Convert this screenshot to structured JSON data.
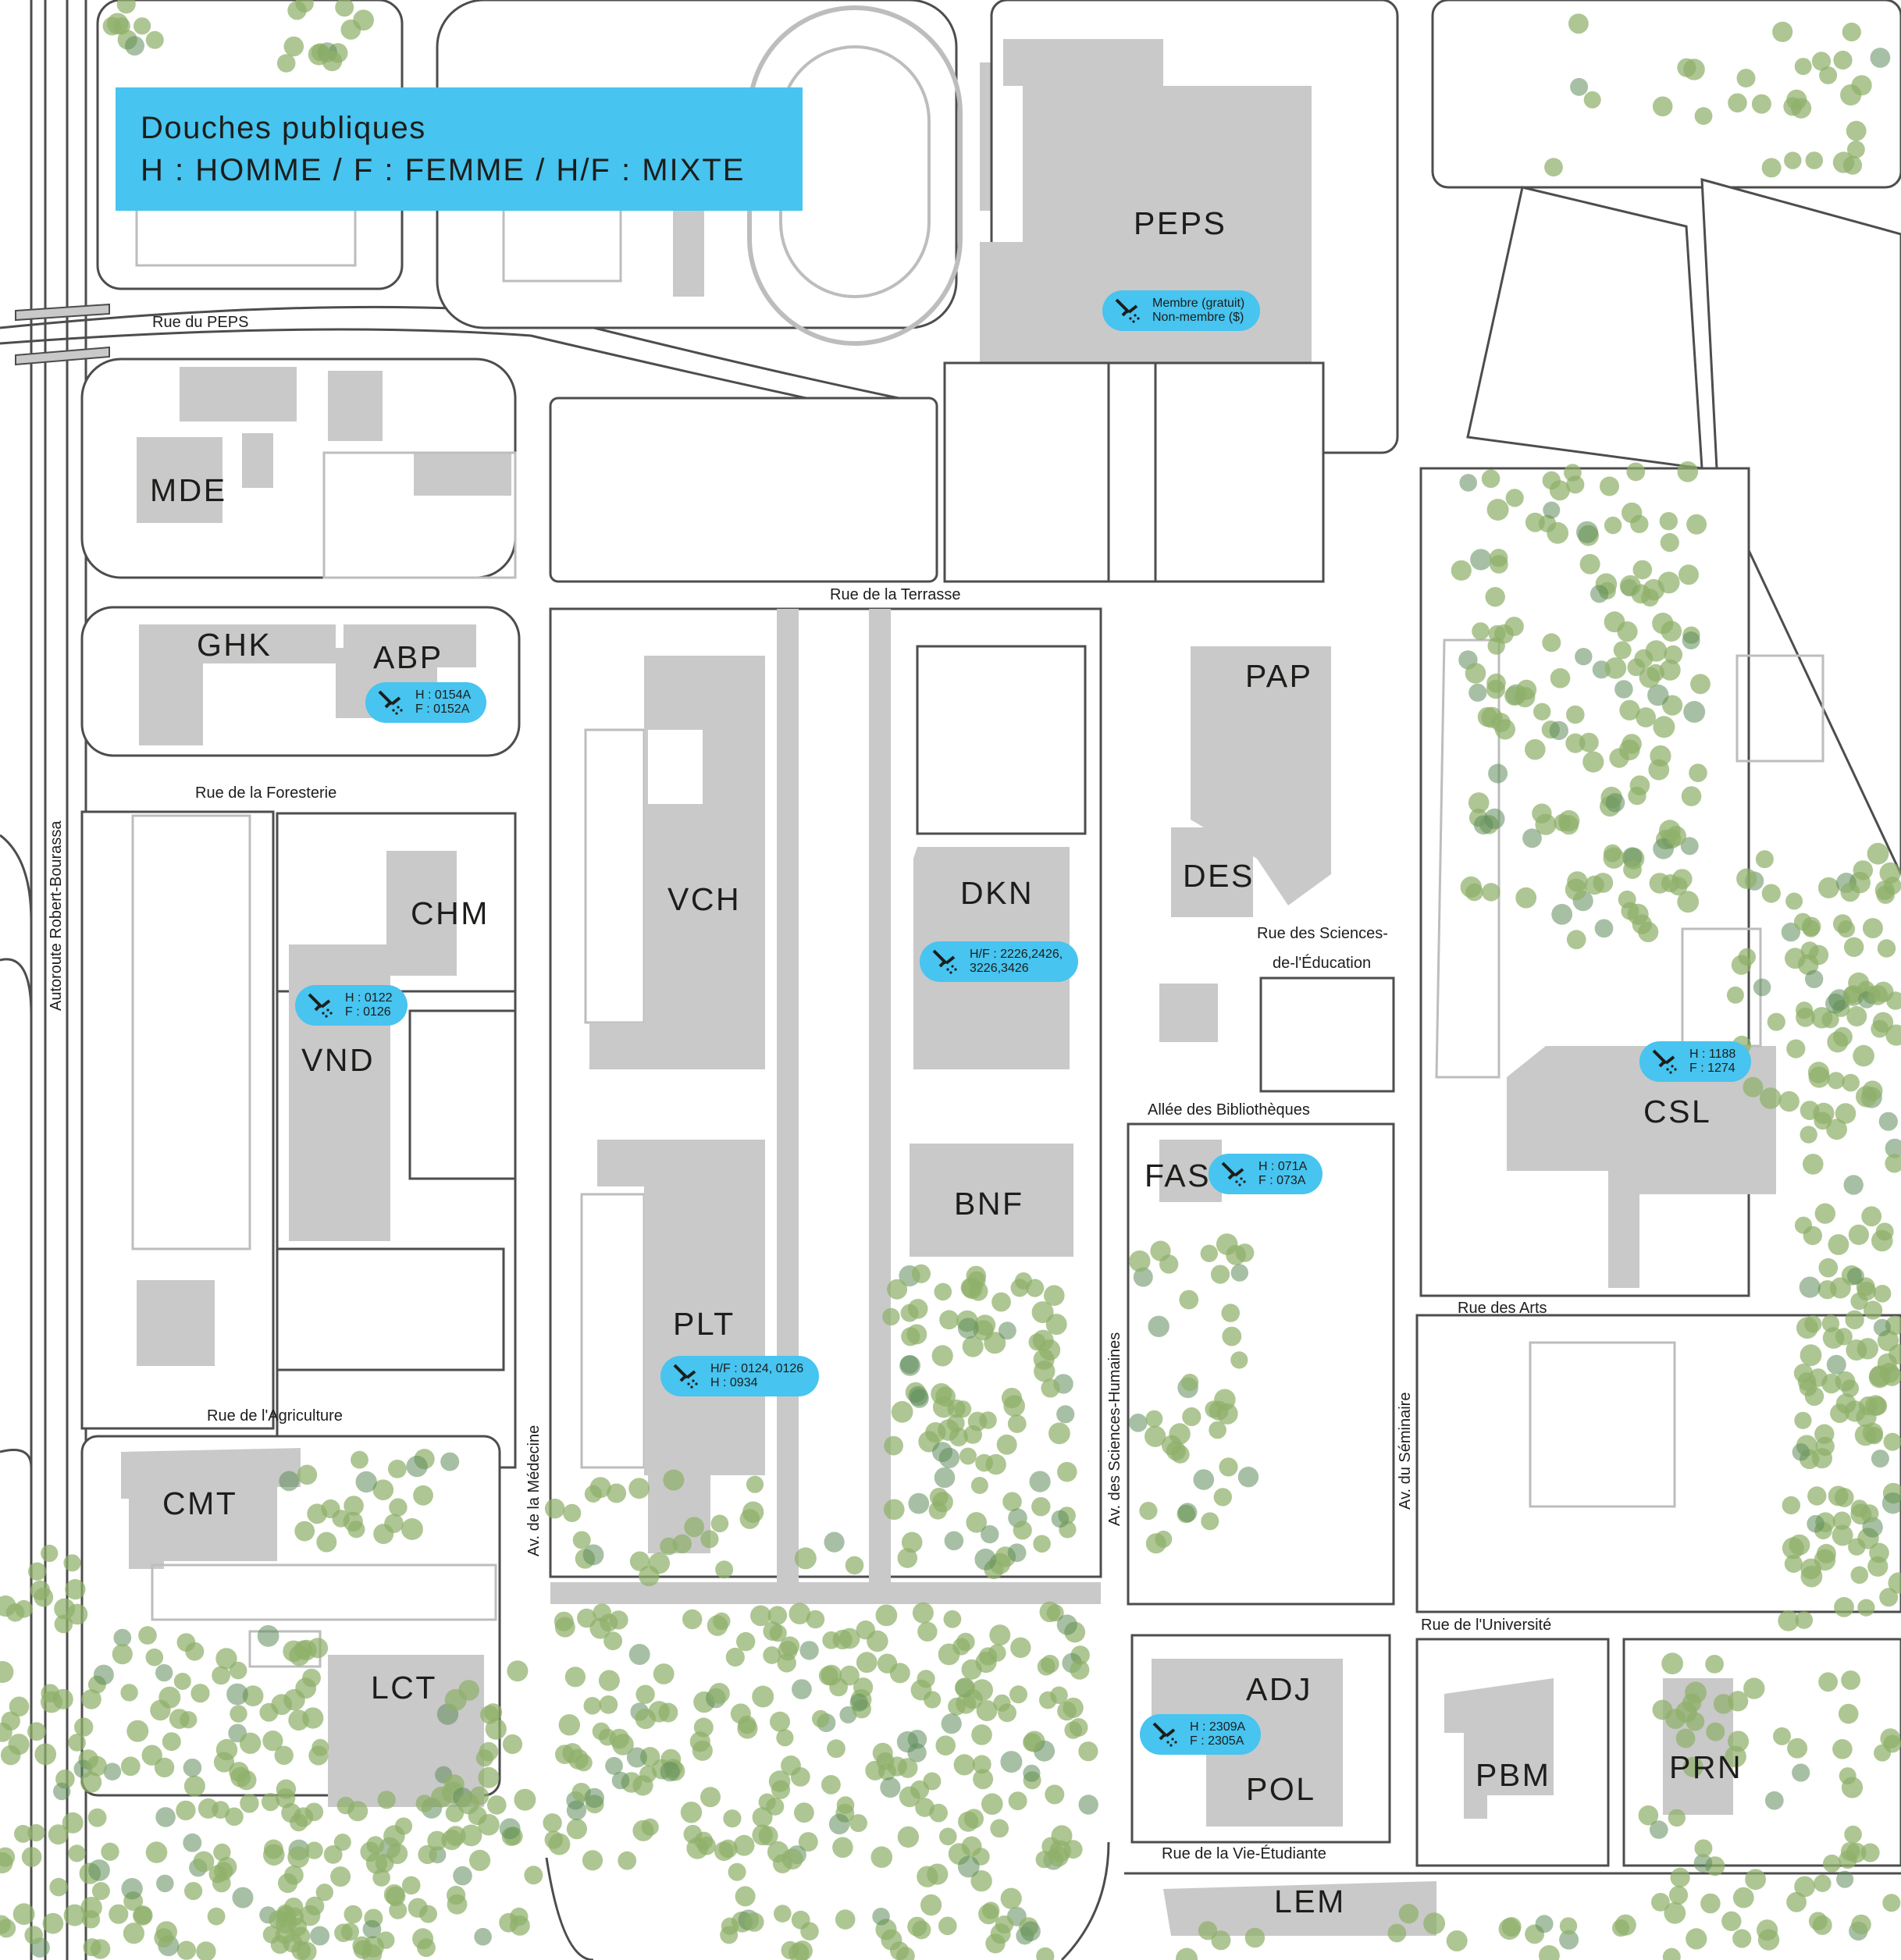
{
  "legend": {
    "title": "Douches publiques",
    "subtitle": "H : HOMME / F : FEMME  / H/F : MIXTE"
  },
  "buildings": [
    {
      "code": "PEPS"
    },
    {
      "code": "MDE"
    },
    {
      "code": "GHK"
    },
    {
      "code": "ABP"
    },
    {
      "code": "CHM"
    },
    {
      "code": "VND"
    },
    {
      "code": "CMT"
    },
    {
      "code": "LCT"
    },
    {
      "code": "VCH"
    },
    {
      "code": "PLT"
    },
    {
      "code": "DKN"
    },
    {
      "code": "BNF"
    },
    {
      "code": "PAP"
    },
    {
      "code": "DES"
    },
    {
      "code": "FAS"
    },
    {
      "code": "CSL"
    },
    {
      "code": "ADJ"
    },
    {
      "code": "POL"
    },
    {
      "code": "PBM"
    },
    {
      "code": "PRN"
    },
    {
      "code": "LEM"
    }
  ],
  "streets": [
    {
      "name": "Rue du PEPS"
    },
    {
      "name": "Rue de la Terrasse"
    },
    {
      "name": "Rue de la Foresterie"
    },
    {
      "name": "Autoroute Robert-Bourassa"
    },
    {
      "name": "Rue des Sciences-"
    },
    {
      "name": "de-l'Éducation"
    },
    {
      "name": "Allée des Bibliothèques"
    },
    {
      "name": "Rue des Arts"
    },
    {
      "name": "Rue de l'Agriculture"
    },
    {
      "name": "Av. de la Médecine"
    },
    {
      "name": "Av. des Sciences-Humaines"
    },
    {
      "name": "Av. du Séminaire"
    },
    {
      "name": "Rue de l'Université"
    },
    {
      "name": "Rue de la Vie-Étudiante"
    }
  ],
  "showers": [
    {
      "building": "PEPS",
      "line1": "Membre (gratuit)",
      "line2": "Non-membre ($)"
    },
    {
      "building": "ABP",
      "line1": "H : 0154A",
      "line2": "F : 0152A"
    },
    {
      "building": "VND",
      "line1": "H : 0122",
      "line2": "F : 0126"
    },
    {
      "building": "DKN",
      "line1": "H/F : 2226,2426,",
      "line2": "3226,3426"
    },
    {
      "building": "PLT",
      "line1": "H/F : 0124, 0126",
      "line2": "H : 0934"
    },
    {
      "building": "FAS",
      "line1": "H : 071A",
      "line2": "F : 073A"
    },
    {
      "building": "CSL",
      "line1": "H : 1188",
      "line2": "F : 1274"
    },
    {
      "building": "ADJ/POL",
      "line1": "H : 2309A",
      "line2": "F : 2305A"
    }
  ],
  "colors": {
    "accent": "#47c4ef",
    "building": "#c9c9c9",
    "road_outline": "#4d4d4d",
    "tree": "#8fb06a",
    "background": "#ffffff"
  },
  "icons": {
    "shower": "shower-icon"
  }
}
